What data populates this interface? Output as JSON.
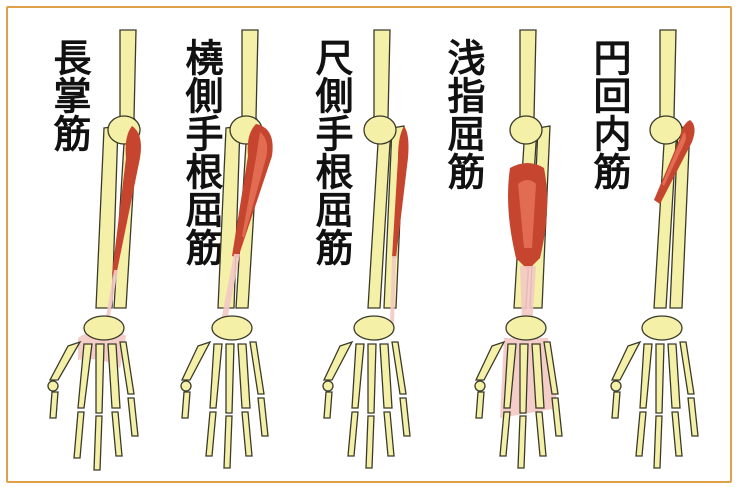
{
  "panels": [
    {
      "id": "palmaris-longus",
      "label": "長掌筋",
      "muscle_color": "#c6452e"
    },
    {
      "id": "flexor-carpi-radialis",
      "label": "橈側手根屈筋",
      "muscle_color": "#c6452e"
    },
    {
      "id": "flexor-carpi-ulnaris",
      "label": "尺側手根屈筋",
      "muscle_color": "#c6452e"
    },
    {
      "id": "flexor-digitorum-superficialis",
      "label": "浅指屈筋",
      "muscle_color": "#c6452e"
    },
    {
      "id": "pronator-teres",
      "label": "円回内筋",
      "muscle_color": "#c6452e"
    }
  ],
  "colors": {
    "frame": "#e0a04a",
    "bone": "#f4f0a8",
    "muscle": "#c6452e",
    "tendon": "#f4c9c4"
  }
}
